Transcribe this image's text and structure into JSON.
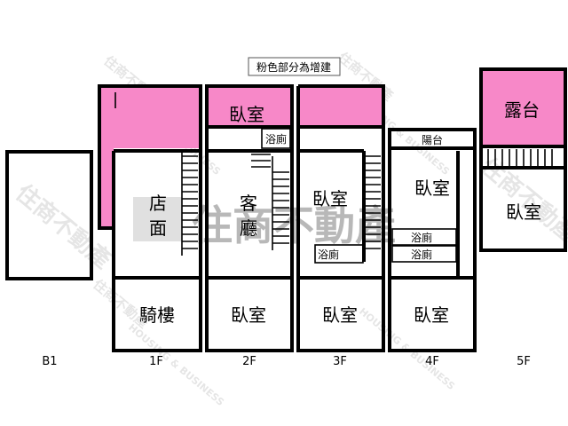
{
  "legend_note": "粉色部分為增建",
  "colors": {
    "addition": "#f788c8",
    "wall": "#000000"
  },
  "watermark": {
    "text": "住商不動產",
    "sub_text": "HOUSING & BUSINESS"
  },
  "floors": {
    "b1": {
      "label": "B1"
    },
    "f1": {
      "label": "1F",
      "rooms": {
        "shop_a": "店",
        "shop_b": "面",
        "arcade": "騎樓"
      }
    },
    "f2": {
      "label": "2F",
      "rooms": {
        "bedroom_top": "臥室",
        "bath": "浴廁",
        "living_a": "客",
        "living_b": "廳",
        "bedroom_bottom": "臥室"
      }
    },
    "f3": {
      "label": "3F",
      "rooms": {
        "bedroom_top": "臥室",
        "bath": "浴廁",
        "bedroom_bottom": "臥室"
      }
    },
    "f4": {
      "label": "4F",
      "rooms": {
        "balcony": "陽台",
        "bedroom_top": "臥室",
        "bath_a": "浴廁",
        "bath_b": "浴廁",
        "bedroom_bottom": "臥室"
      }
    },
    "f5": {
      "label": "5F",
      "rooms": {
        "terrace": "露台",
        "bedroom": "臥室"
      }
    }
  }
}
